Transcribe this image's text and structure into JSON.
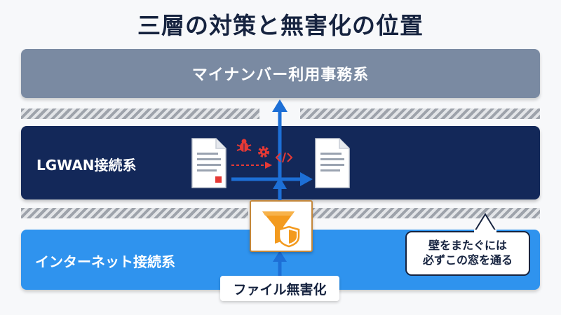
{
  "title": "三層の対策と無害化の位置",
  "layers": {
    "top": "マイナンバー利用事務系",
    "middle": "LGWAN接続系",
    "bottom": "インターネット接続系"
  },
  "filter_label": "ファイル無害化",
  "callout": {
    "line1": "壁をまたぐには",
    "line2": "必ずこの窓を通る"
  },
  "icons": {
    "threat_bug": "bug-icon",
    "threat_gear": "gear-icon",
    "threat_code": "code-icon",
    "filter": "funnel-shield-icon",
    "document": "document-icon"
  },
  "colors": {
    "top_layer": "#7a8aa2",
    "middle_layer": "#132859",
    "bottom_layer": "#2f93ee",
    "arrow": "#1d6fd6",
    "threat": "#e53935",
    "filter": "#f39a1e"
  }
}
